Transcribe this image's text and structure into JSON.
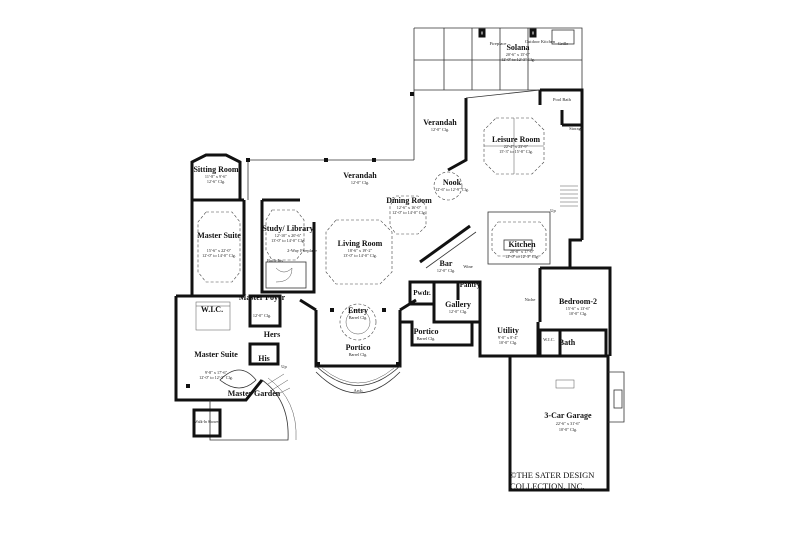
{
  "rooms": {
    "solana": {
      "name": "Solana",
      "dims": "20'-6\" x 15'-0\"",
      "clg": "12'-0\" to 12'-3\" Clg."
    },
    "fireplace": {
      "name": "Fireplace"
    },
    "outdoor_kitchen": {
      "name": "Outdoor Kitchen"
    },
    "grille": {
      "name": "Grille"
    },
    "pool_bath": {
      "name": "Pool Bath"
    },
    "storage": {
      "name": "Storage"
    },
    "verandah_right": {
      "name": "Verandah",
      "clg": "12'-0\" Clg."
    },
    "leisure": {
      "name": "Leisure Room",
      "dims": "22'-4\" x 23'-9\"",
      "clg": "15'-3\" to 15'-8\" Clg."
    },
    "verandah_main": {
      "name": "Verandah",
      "clg": "12'-0\" Clg."
    },
    "sitting": {
      "name": "Sitting Room",
      "dims": "11'-8\" x 9'-6\"",
      "clg": "12'-6\" Clg."
    },
    "nook": {
      "name": "Nook",
      "clg": "12'-6\" to 12'-9\" Clg."
    },
    "dining": {
      "name": "Dining Room",
      "dims": "12'-6\" x 16'-0\"",
      "clg": "12'-0\" to 14'-0\" Clg."
    },
    "master_suite": {
      "name": "Master Suite",
      "dims": "15'-6\" x 22'-0\"",
      "clg": "12'-0\" to 14'-0\" Clg."
    },
    "study": {
      "name": "Study/ Library",
      "dims": "12'-10\" x 20'-6\"",
      "clg": "13'-0\" to 14'-0\" Clg."
    },
    "fireplace_2way": {
      "name": "2-Way Fireplace"
    },
    "builtins": {
      "name": "Built-Ins"
    },
    "living": {
      "name": "Living Room",
      "dims": "18'-6\" x 19'-2\"",
      "clg": "13'-0\" to 14'-0\" Clg."
    },
    "kitchen": {
      "name": "Kitchen",
      "dims": "20'-0\" x 17'-0\"",
      "clg": "12'-0\" to 12'-3\" Clg."
    },
    "bar": {
      "name": "Bar",
      "clg": "12'-0\" Clg."
    },
    "wine": {
      "name": "Wine"
    },
    "pwdr": {
      "name": "Pwdr."
    },
    "pantry": {
      "name": "Pantry"
    },
    "gallery": {
      "name": "Gallery",
      "clg": "12'-0\" Clg."
    },
    "niche": {
      "name": "Niche"
    },
    "bedroom2": {
      "name": "Bedroom-2",
      "dims": "15'-6\" x 13'-6\"",
      "clg": "10'-0\" Clg."
    },
    "wic_main": {
      "name": "W.I.C."
    },
    "master_foyer": {
      "name": "Master Foyer",
      "clg": "12'-0\" Clg."
    },
    "entry": {
      "name": "Entry",
      "clg": "Barrel Clg."
    },
    "portico_side": {
      "name": "Portico",
      "clg": "Barrel Clg."
    },
    "utility": {
      "name": "Utility",
      "dims": "9'-0\" x 8'-4\"",
      "clg": "10'-0\" Clg."
    },
    "wic_small": {
      "name": "W.I.C."
    },
    "bath": {
      "name": "Bath"
    },
    "hers": {
      "name": "Hers"
    },
    "his": {
      "name": "His"
    },
    "master_bath": {
      "name": "Master Suite",
      "dims": "9'-8\" x 17'-6\"",
      "clg": "12'-0\" to 12'-3\" Clg."
    },
    "portico_main": {
      "name": "Portico",
      "clg": "Barrel Clg."
    },
    "arch": {
      "name": "Arch"
    },
    "master_garden": {
      "name": "Master Garden"
    },
    "shower": {
      "name": "Walk-In Shower"
    },
    "garage": {
      "name": "3-Car Garage",
      "dims": "22'-6\" x 31'-6\"",
      "clg": "10'-0\" Clg."
    },
    "up1": {
      "name": "Up"
    },
    "up2": {
      "name": "Up"
    }
  },
  "credit": {
    "line1": "©THE SATER DESIGN",
    "line2": "COLLECTION, INC."
  }
}
